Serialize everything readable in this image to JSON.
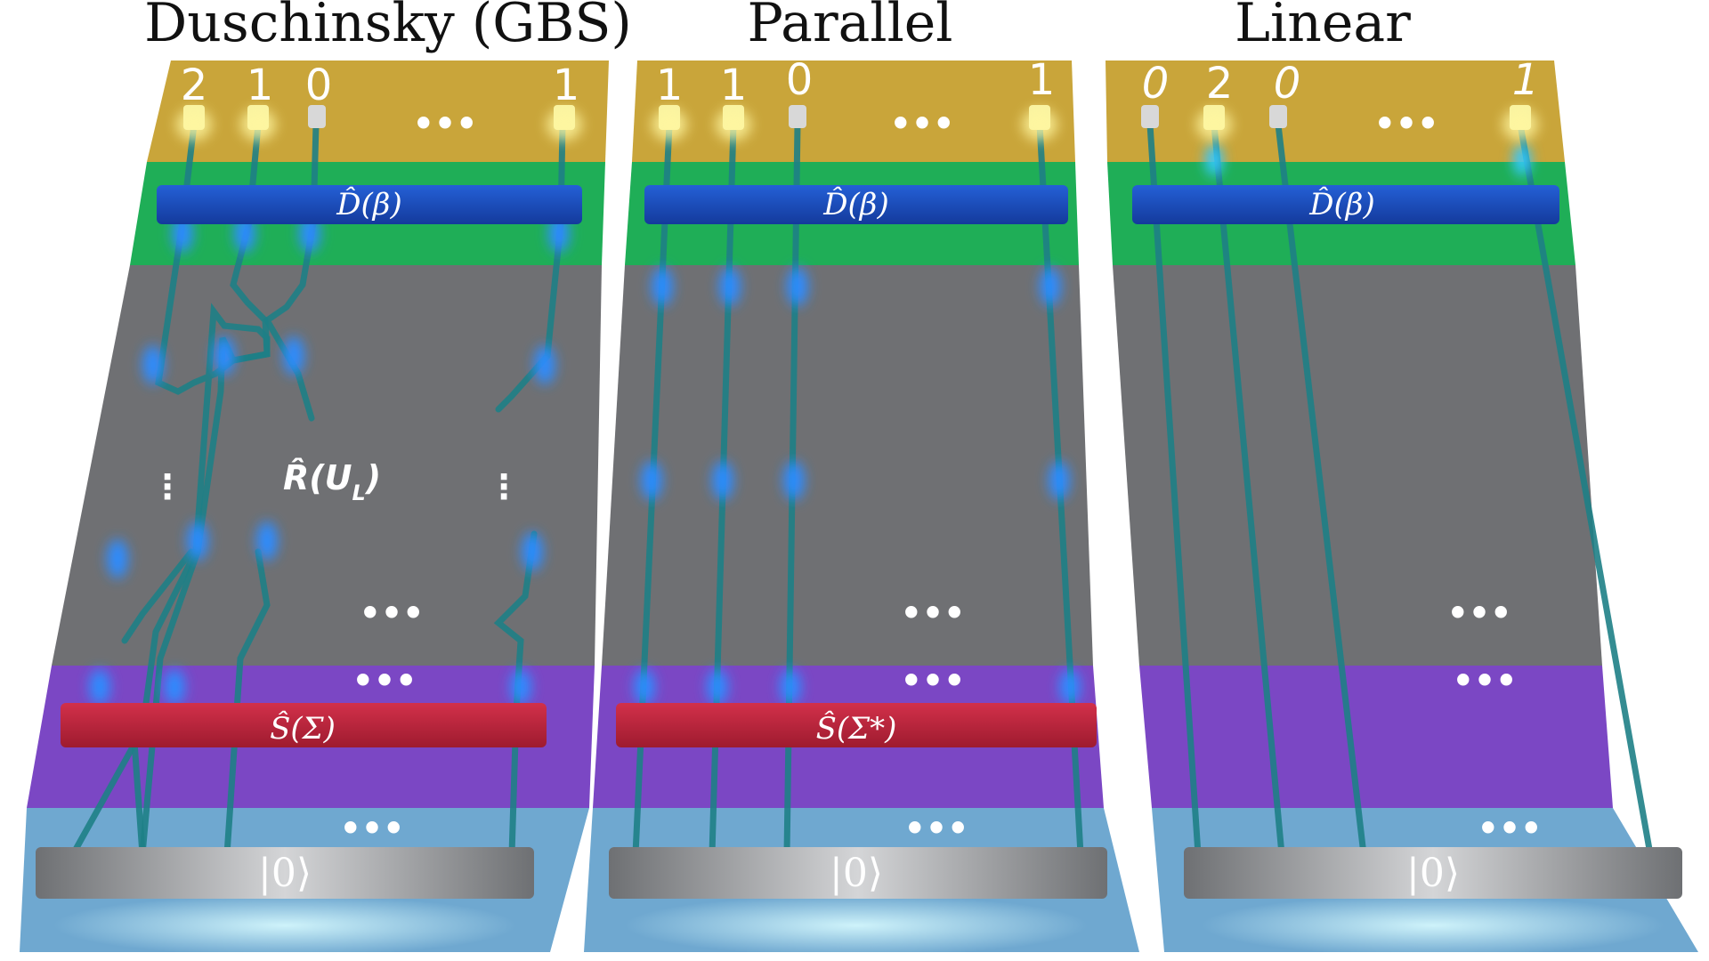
{
  "panels": [
    {
      "id": "duschinsky",
      "title": "Duschinsky (GBS)",
      "counts": [
        "2",
        "1",
        "0",
        "1"
      ],
      "displacement_label": "D̂(β)",
      "rotation_label": "R̂(U",
      "rotation_subscript": "L",
      "rotation_close": ")",
      "squeezing_label": "Ŝ(Σ)",
      "vacuum_label": "|0⟩",
      "ellipsis": "•••",
      "vertical_ellipsis": "⋮"
    },
    {
      "id": "parallel",
      "title": "Parallel",
      "counts": [
        "1",
        "1",
        "0",
        "1"
      ],
      "displacement_label": "D̂(β)",
      "squeezing_label": "Ŝ(Σ*)",
      "vacuum_label": "|0⟩",
      "ellipsis": "•••"
    },
    {
      "id": "linear",
      "title": "Linear",
      "counts": [
        "0",
        "2",
        "0",
        "1"
      ],
      "displacement_label": "D̂(β)",
      "vacuum_label": "|0⟩",
      "ellipsis": "•••"
    }
  ],
  "colors": {
    "detector_layer": "#c9a53a",
    "displacement_layer": "#1fae57",
    "interferometer_layer": "#6f7073",
    "squeezing_layer": "#7b47c4",
    "vacuum_layer": "#6fa8d0",
    "displacement_bar": "#1a49b8",
    "squeezing_bar": "#c0243a",
    "vacuum_bar": "#7d7f82",
    "waveguide": "#1e7f86",
    "photon_glow": "#2f8cff",
    "detector_on": "#f8f2a0",
    "detector_off": "#d8d8d8"
  }
}
